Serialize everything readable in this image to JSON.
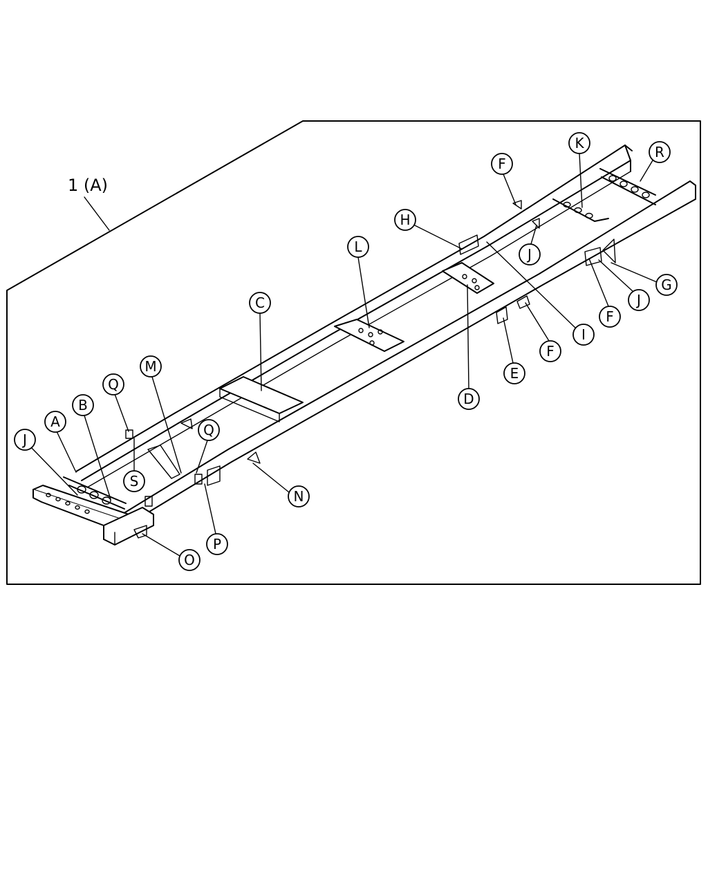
{
  "assembly_label": "1 (A)",
  "callouts": [
    "A",
    "B",
    "C",
    "D",
    "E",
    "F",
    "F",
    "F",
    "G",
    "H",
    "I",
    "J",
    "J",
    "J",
    "K",
    "L",
    "M",
    "N",
    "O",
    "P",
    "Q",
    "Q",
    "R",
    "S"
  ]
}
